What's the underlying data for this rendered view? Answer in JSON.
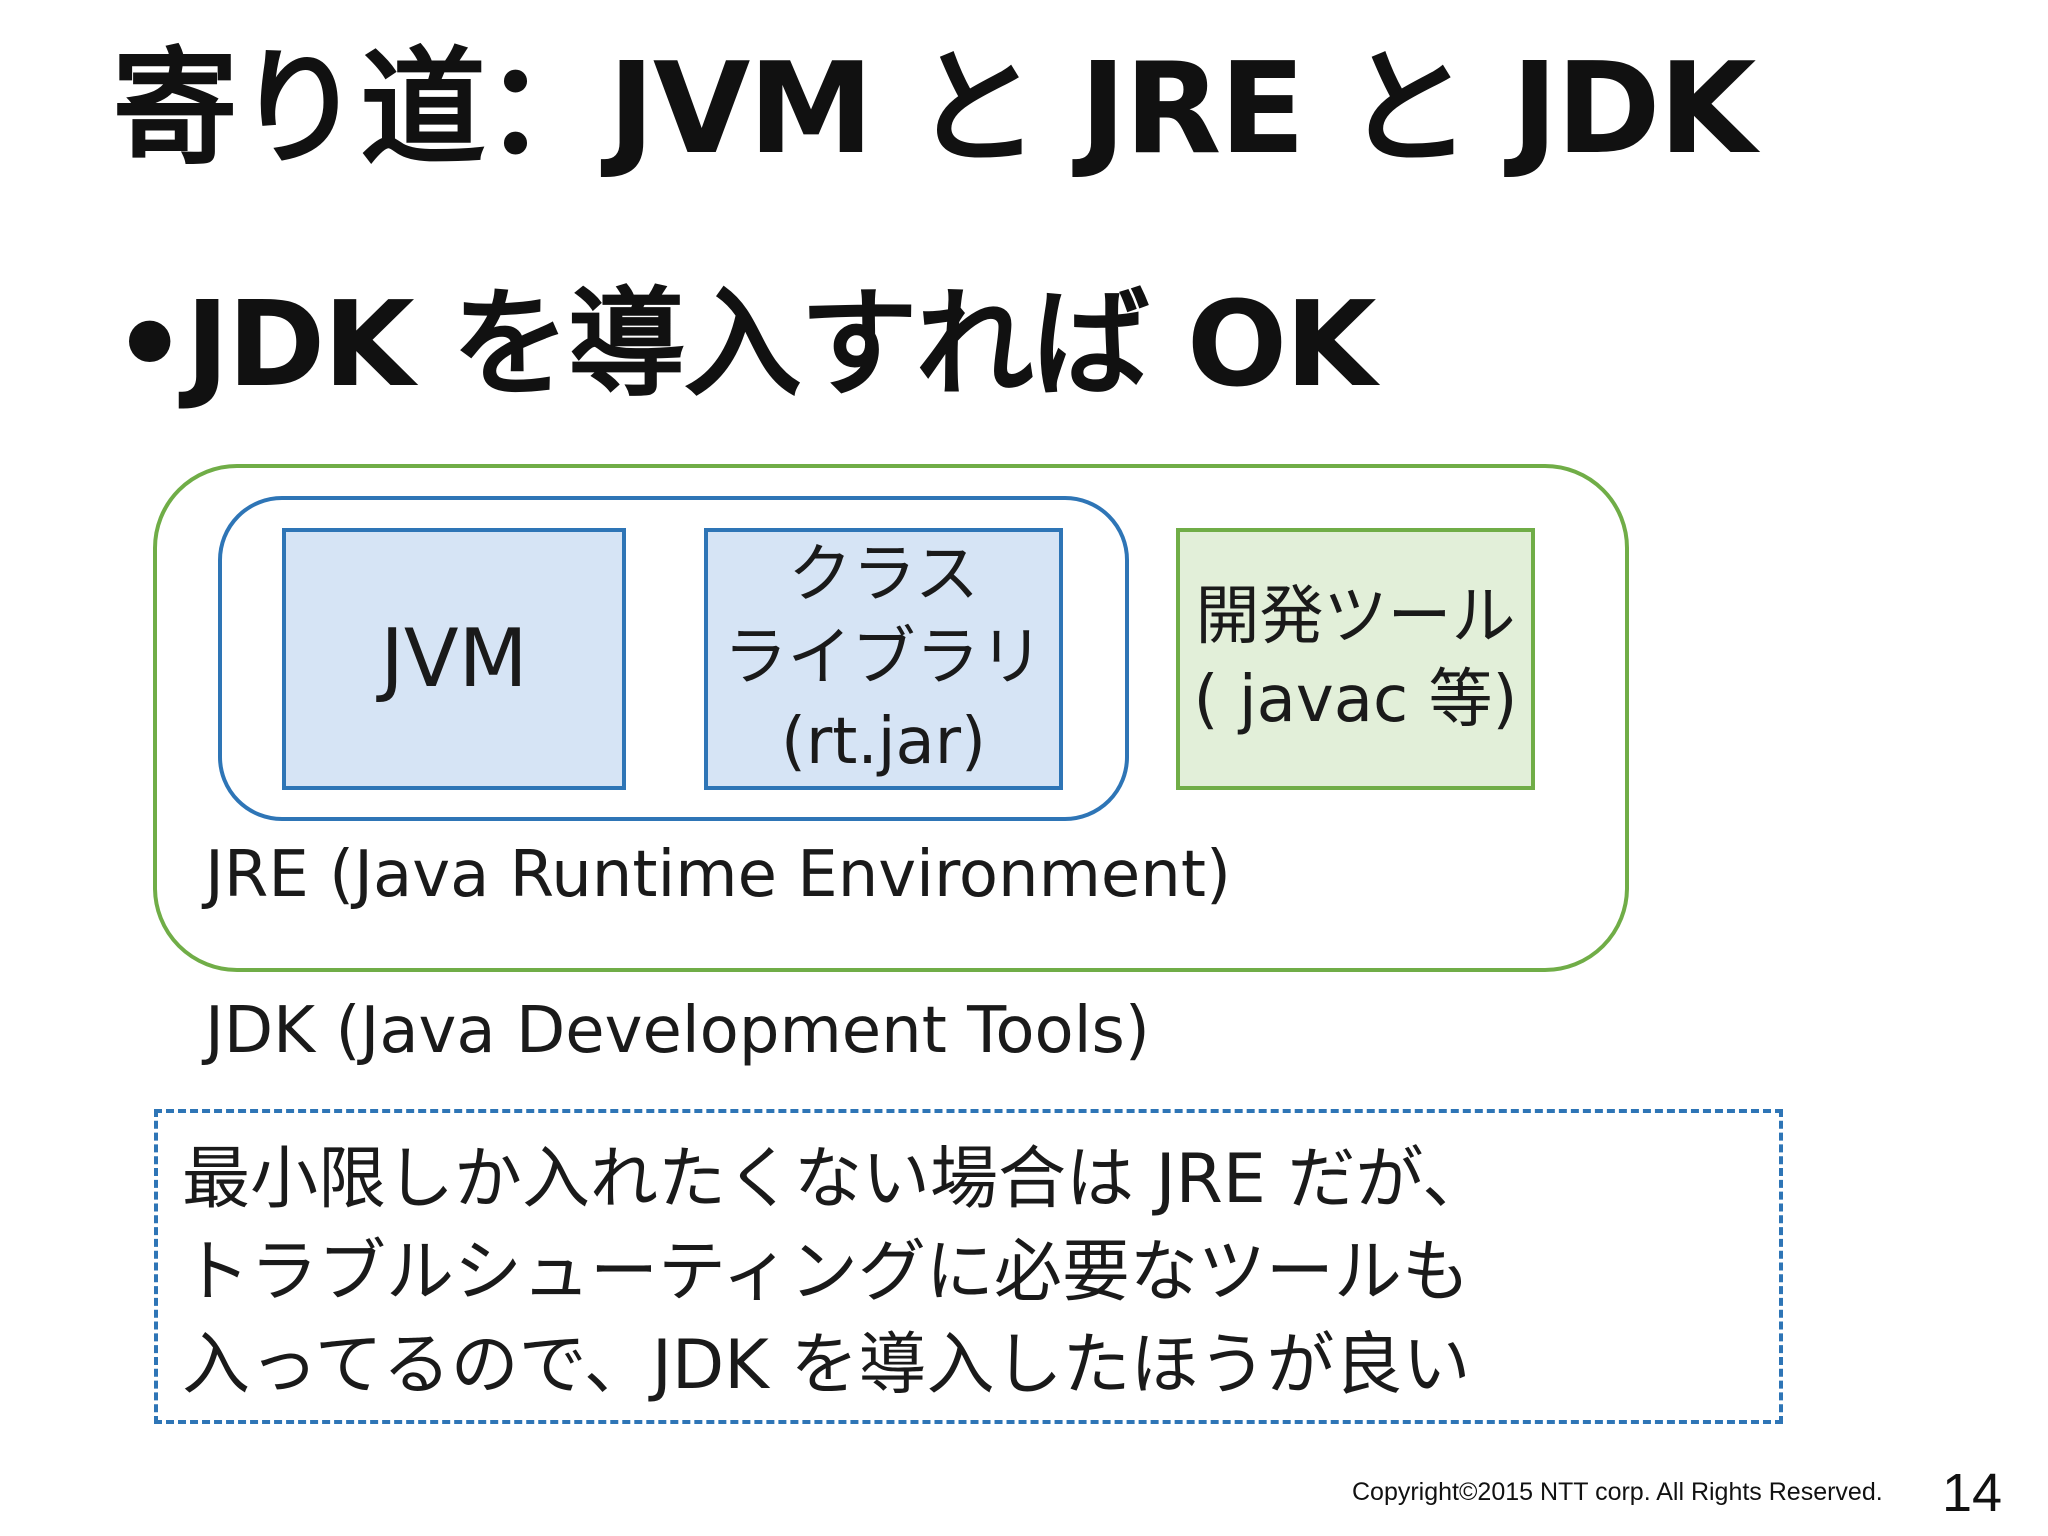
{
  "slide": {
    "title": "寄り道：JVM と JRE と JDK",
    "bullet": "•JDK を導入すれば OK"
  },
  "diagram": {
    "jvm_label": "JVM",
    "class_library_lines": [
      "クラス",
      "ライブラリ",
      "(rt.jar)"
    ],
    "dev_tools_lines": [
      "開発ツール",
      "( javac 等)"
    ],
    "jre_label": "JRE (Java Runtime Environment)",
    "jdk_label": "JDK (Java Development Tools)",
    "colors": {
      "jdk_border": "#70AD47",
      "jre_border": "#2E75B6",
      "blue_fill": "#D6E4F5",
      "green_fill": "#E2EFD9"
    }
  },
  "note": {
    "lines": [
      "最小限しか入れたくない場合は JRE だが、",
      "トラブルシューティングに必要なツールも",
      "入ってるので、JDK を導入したほうが良い"
    ]
  },
  "footer": {
    "copyright": "Copyright©2015  NTT corp. All Rights Reserved.",
    "page_number": "14"
  }
}
